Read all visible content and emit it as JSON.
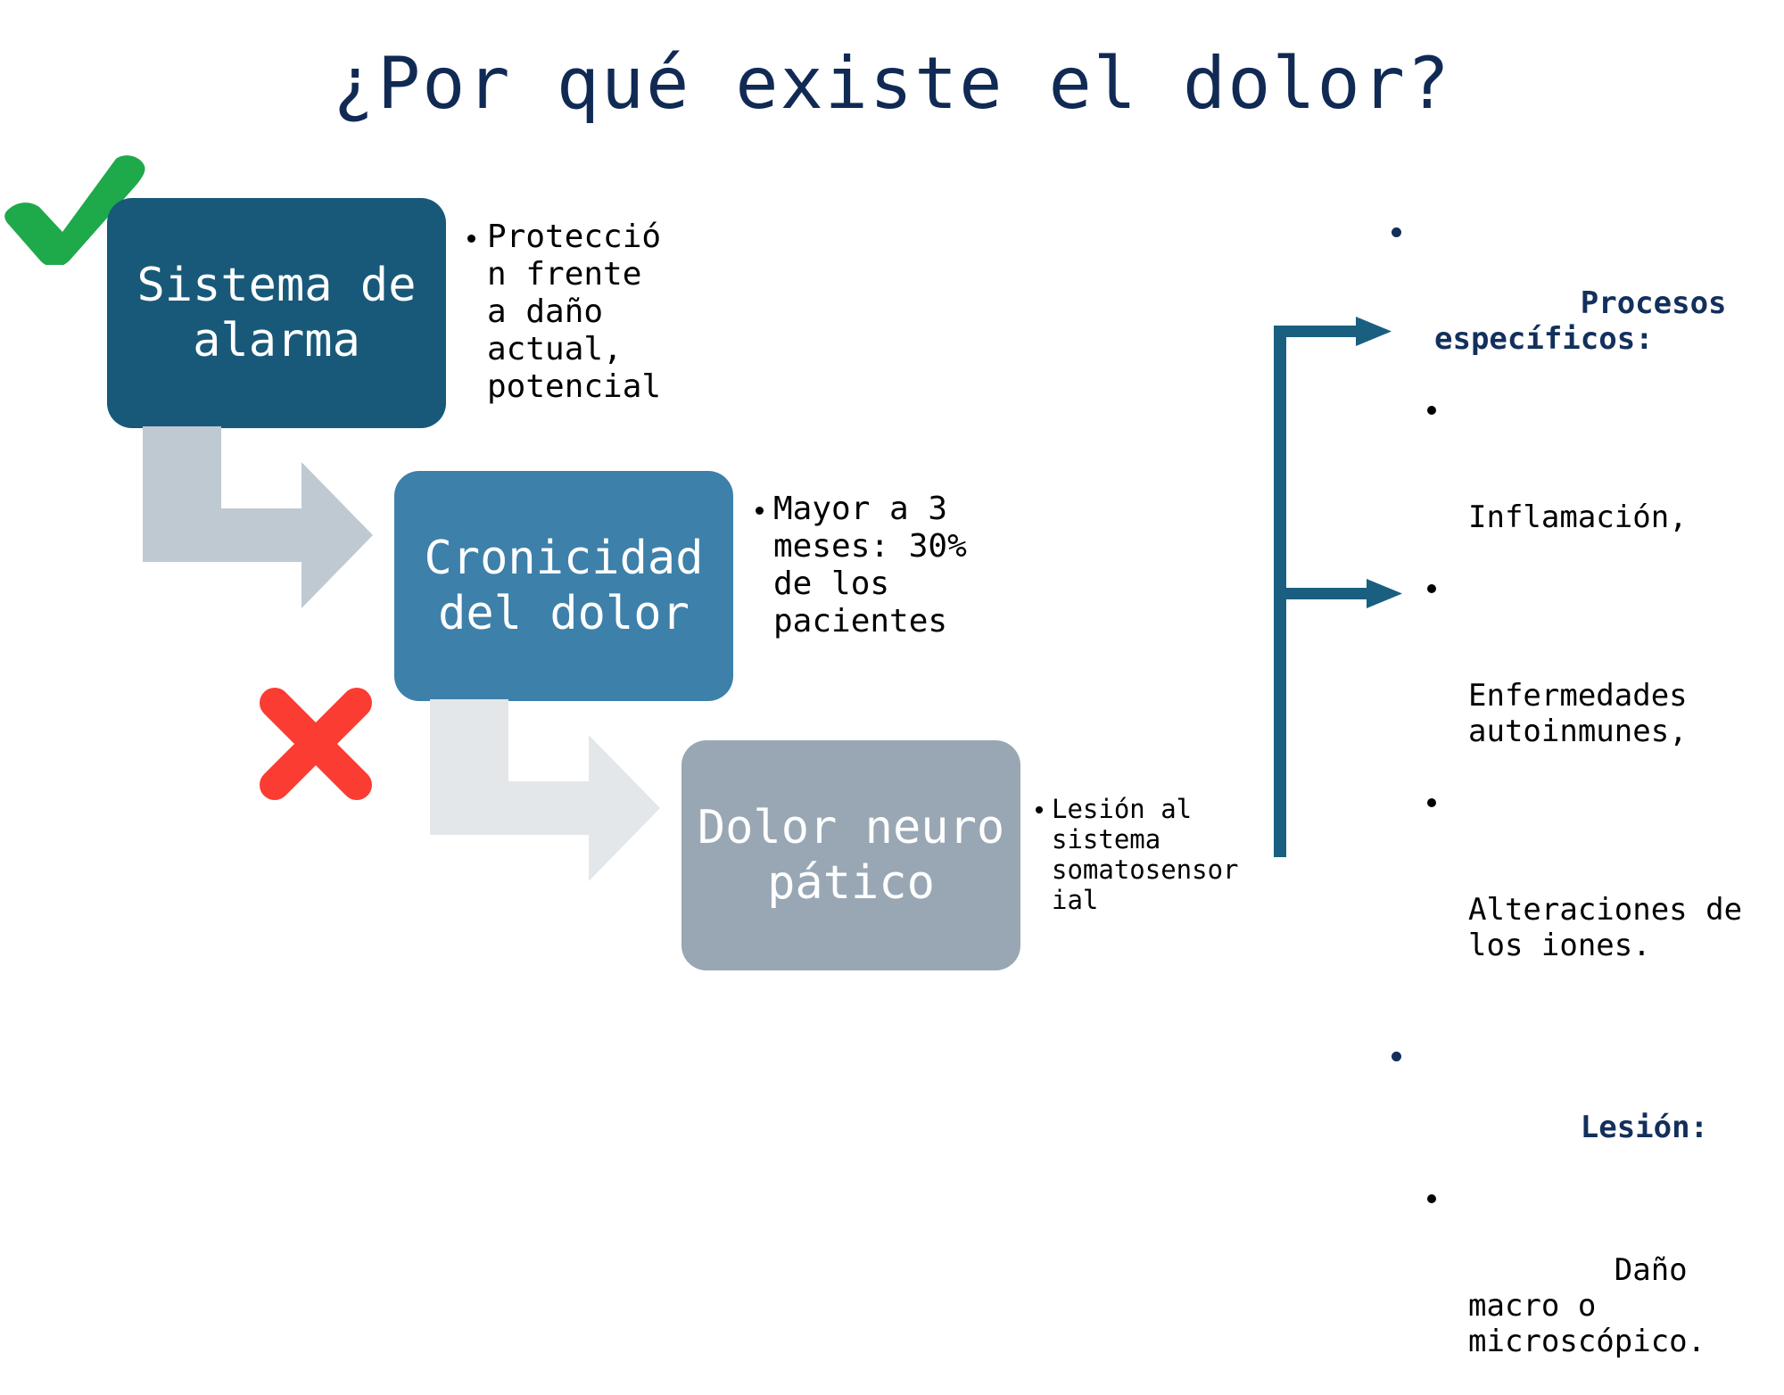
{
  "slide": {
    "title": "¿Por qué existe el dolor?",
    "background_color": "#ffffff",
    "title_color": "#102a54"
  },
  "flow": {
    "boxes": [
      {
        "id": "alarma",
        "label": "Sistema de alarma",
        "color": "#18597a"
      },
      {
        "id": "cronicidad",
        "label": "Cronicidad del dolor",
        "color": "#3d80aa"
      },
      {
        "id": "neuropatico",
        "label": "Dolor neuropático",
        "color": "#99a7b4"
      }
    ],
    "connectors": [
      {
        "id": "elbow-1",
        "from": "alarma",
        "to": "cronicidad",
        "color": "#bfc9d2",
        "shape": "bent-arrow"
      },
      {
        "id": "elbow-2",
        "from": "cronicidad",
        "to": "neuropatico",
        "color": "#e3e7ea",
        "shape": "bent-arrow"
      }
    ],
    "marks": [
      {
        "id": "check",
        "symbol": "check-mark",
        "color": "#1ea94a",
        "near": "alarma"
      },
      {
        "id": "cross",
        "symbol": "cross-mark",
        "color": "#fa3c32",
        "near": "cronicidad"
      }
    ]
  },
  "annotations": {
    "proteccion": {
      "bullets": [
        "Protección frente a daño actual, potencial"
      ]
    },
    "cronicidad": {
      "bullets": [
        "Mayor a 3 meses: 30% de los pacientes"
      ]
    },
    "neuropatico": {
      "bullets": [
        "Lesión al sistema somatosensorial"
      ]
    }
  },
  "right_panel": {
    "bracket_color": "#1a5f80",
    "groups": [
      {
        "heading": "Procesos específicos:",
        "items": [
          "Inflamación,",
          "Enfermedades autoinmunes,",
          "Alteraciones de los iones."
        ]
      },
      {
        "heading": "Lesión:",
        "items": [
          "Daño macro o microscópico."
        ]
      }
    ]
  }
}
